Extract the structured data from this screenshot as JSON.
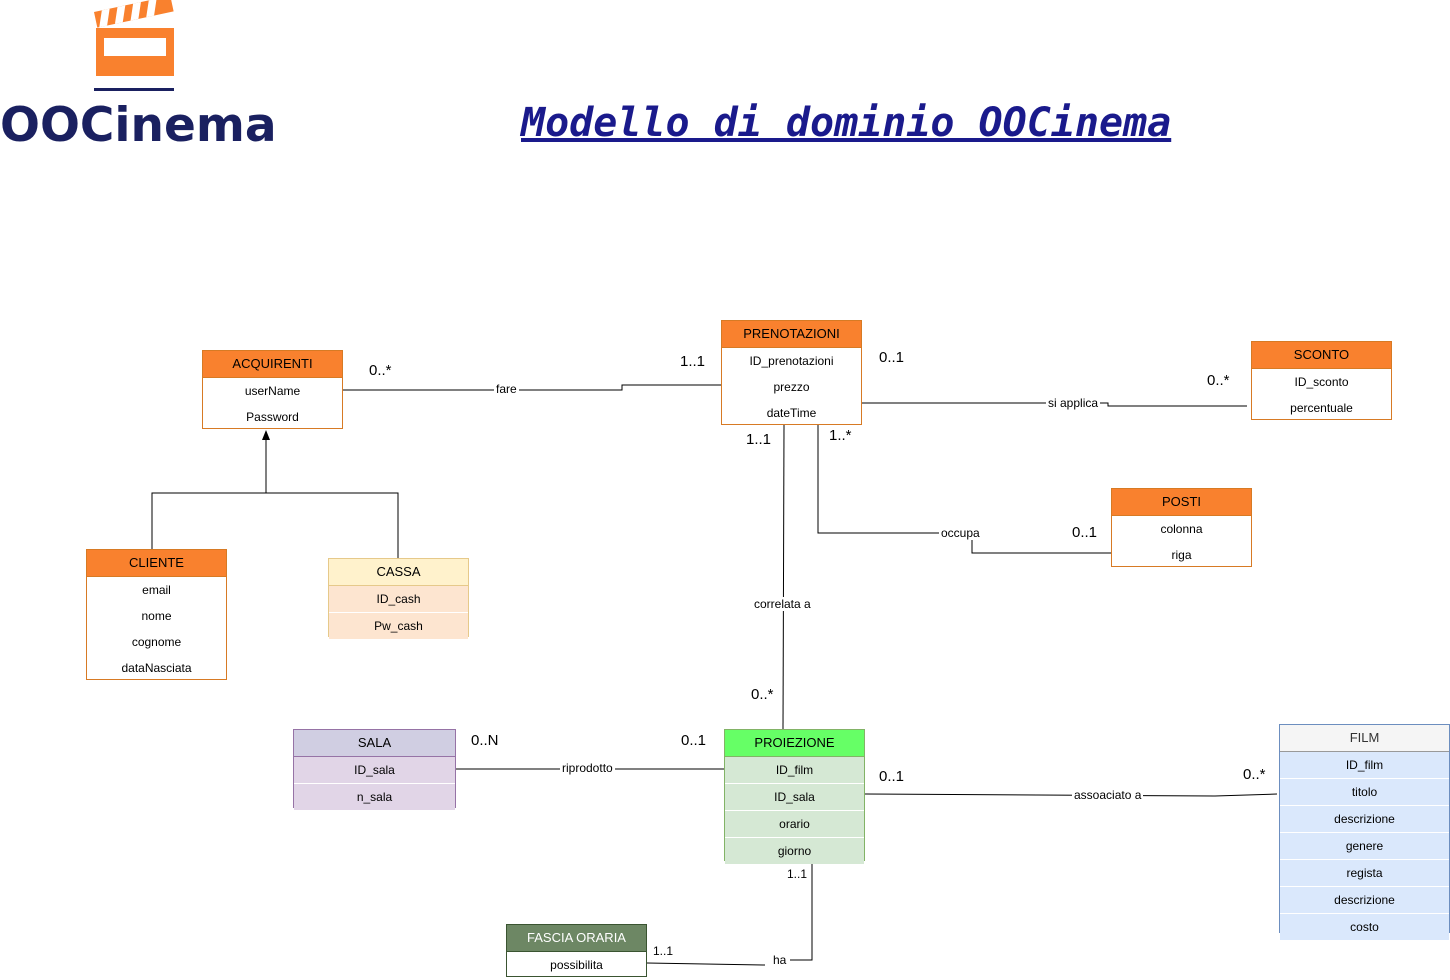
{
  "logo": {
    "text": "OOCinema",
    "icon": "clapperboard-icon",
    "color": "#f9812e"
  },
  "title": "Modello di dominio OOCinema",
  "entities": {
    "acquirenti": {
      "name": "ACQUIRENTI",
      "attrs": [
        "userName",
        "Password"
      ]
    },
    "prenotazioni": {
      "name": "PRENOTAZIONI",
      "attrs": [
        "ID_prenotazioni",
        "prezzo",
        "dateTime"
      ]
    },
    "sconto": {
      "name": "SCONTO",
      "attrs": [
        "ID_sconto",
        "percentuale"
      ]
    },
    "posti": {
      "name": "POSTI",
      "attrs": [
        "colonna",
        "riga"
      ]
    },
    "cliente": {
      "name": "CLIENTE",
      "attrs": [
        "email",
        "nome",
        "cognome",
        "dataNasciata"
      ]
    },
    "cassa": {
      "name": "CASSA",
      "attrs": [
        "ID_cash",
        "Pw_cash"
      ]
    },
    "sala": {
      "name": "SALA",
      "attrs": [
        "ID_sala",
        "n_sala"
      ]
    },
    "proiezione": {
      "name": "PROIEZIONE",
      "attrs": [
        "ID_film",
        "ID_sala",
        "orario",
        "giorno"
      ]
    },
    "film": {
      "name": "FILM",
      "attrs": [
        "ID_film",
        "titolo",
        "descrizione",
        "genere",
        "regista",
        "descrizione",
        "costo"
      ]
    },
    "fascia": {
      "name": "FASCIA ORARIA",
      "attrs": [
        "possibilita"
      ]
    }
  },
  "relations": {
    "fare": "fare",
    "si_applica": "si applica",
    "occupa": "occupa",
    "correlata": "correlata a",
    "riprodotto": "riprodotto",
    "associato": "assoaciato a",
    "ha": "ha"
  },
  "multiplicities": {
    "acq_fare": "0..*",
    "pren_fare": "1..1",
    "pren_sconto": "0..1",
    "sconto_pren": "0..*",
    "pren_correlata": "1..1",
    "pren_occupa": "1..*",
    "posti_occupa": "0..1",
    "proi_correlata": "0..*",
    "sala_riprodotto": "0..N",
    "proi_riprodotto": "0..1",
    "proi_assoc": "0..1",
    "film_assoc": "0..*",
    "proi_ha": "1..1",
    "fascia_ha": "1..1"
  },
  "colors": {
    "orange_header": "#f9812e",
    "orange_border": "#d77a24",
    "cassa_header": "#fff2cc",
    "cassa_body": "#fde5d0",
    "sala": "#e1d5e7",
    "sala_header": "#d0cee2",
    "proiezione_header": "#66ff66",
    "proiezione_body": "#d5e8d4",
    "film_header": "#f5f5f5",
    "film_body": "#dae8fc",
    "fascia_header": "#6d8764",
    "title_color": "#1a1a8c",
    "logo_text_color": "#1a2060"
  }
}
